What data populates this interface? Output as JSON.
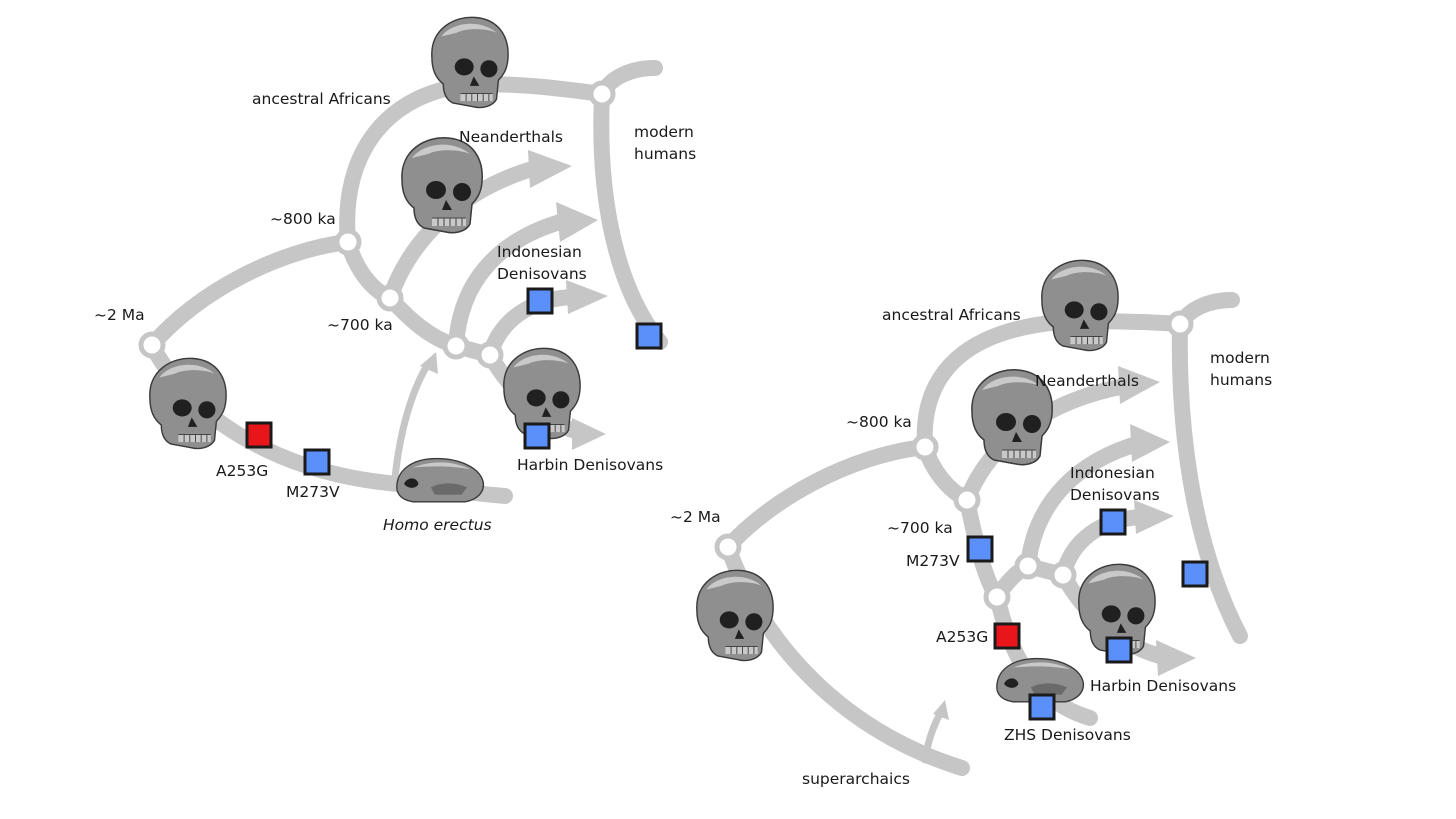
{
  "diagram_left": {
    "labels": {
      "ancestral_africans": "ancestral Africans",
      "neanderthals": "Neanderthals",
      "modern_humans_1": "modern",
      "modern_humans_2": "humans",
      "ka800": "~800 ka",
      "ka700": "~700 ka",
      "ma2": "~2 Ma",
      "indonesian_1": "Indonesian",
      "indonesian_2": "Denisovans",
      "harbin": "Harbin Denisovans",
      "a253g": "A253G",
      "m273v": "M273V",
      "homo_erectus": "Homo erectus"
    }
  },
  "diagram_right": {
    "labels": {
      "ancestral_africans": "ancestral Africans",
      "neanderthals": "Neanderthals",
      "modern_humans_1": "modern",
      "modern_humans_2": "humans",
      "ka800": "~800 ka",
      "ka700": "~700 ka",
      "ma2": "~2 Ma",
      "indonesian_1": "Indonesian",
      "indonesian_2": "Denisovans",
      "harbin": "Harbin Denisovans",
      "zhs": "ZHS Denisovans",
      "a253g": "A253G",
      "m273v": "M273V",
      "superarchaics": "superarchaics"
    }
  },
  "colors": {
    "branch": "#c6c6c6",
    "marker_blue": "#5b8ff9",
    "marker_red": "#e8161a",
    "marker_border": "#1a1a1a"
  }
}
